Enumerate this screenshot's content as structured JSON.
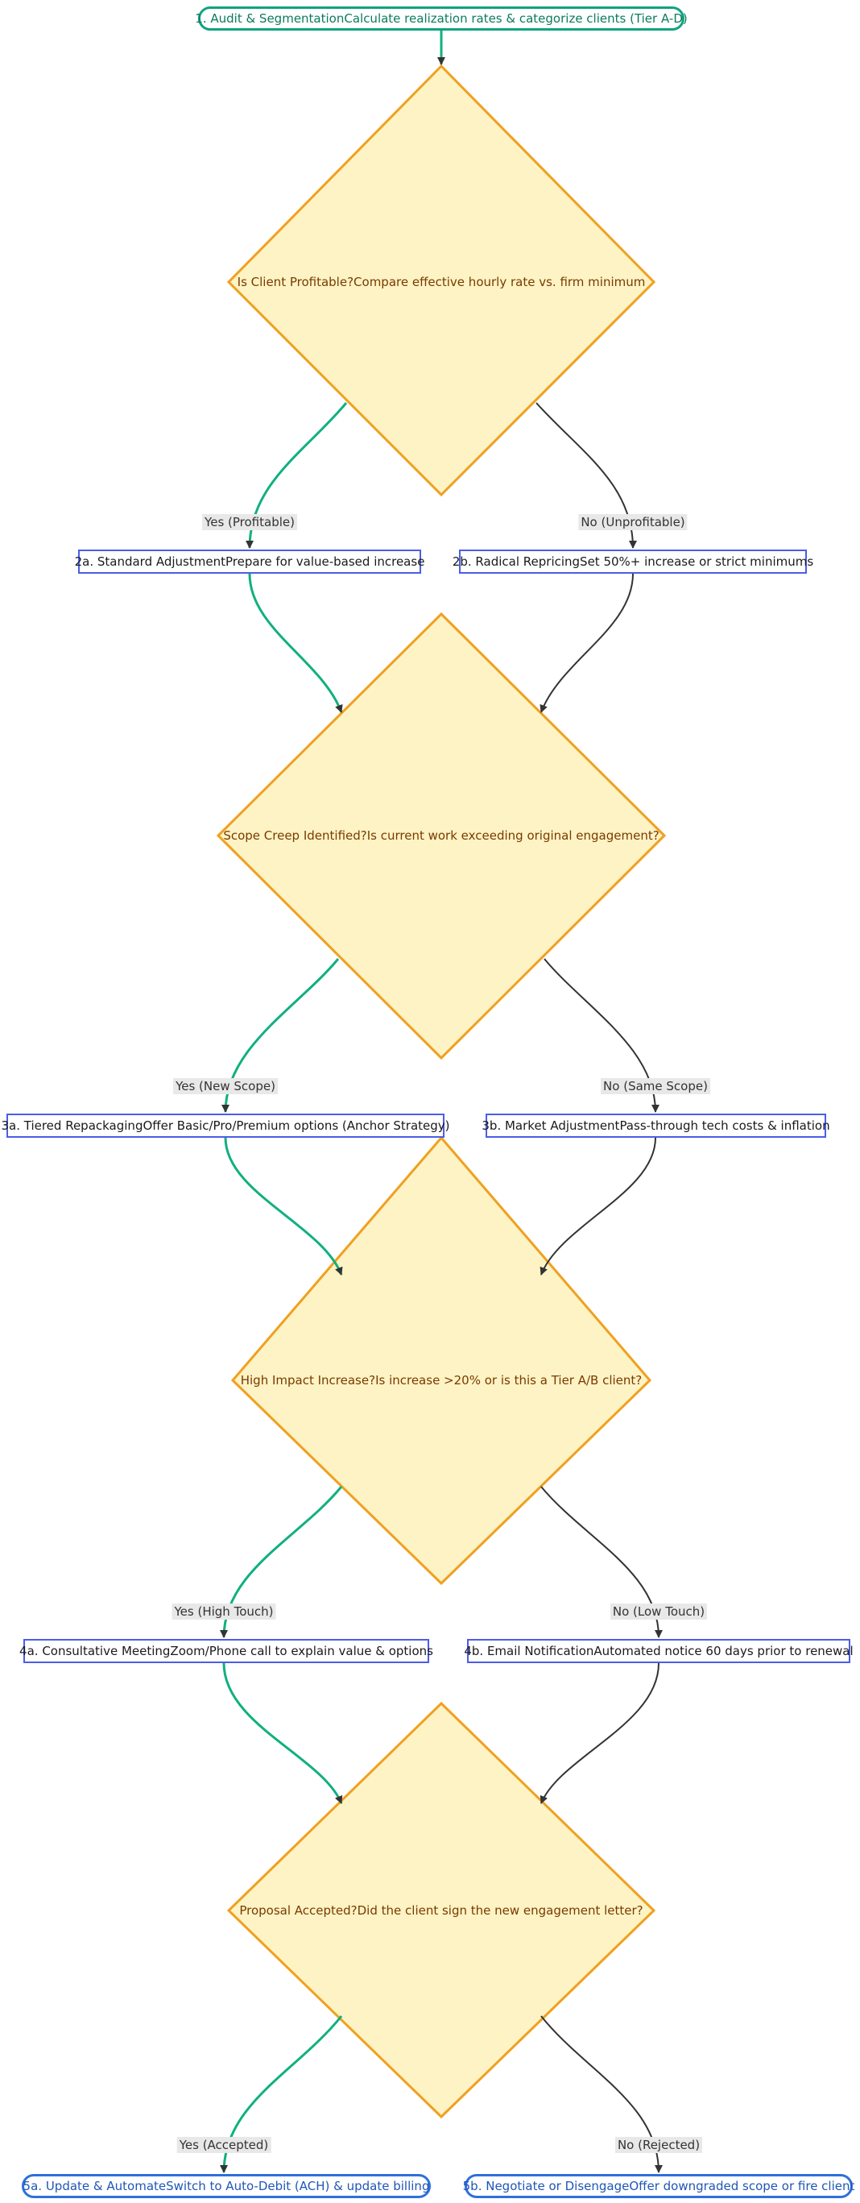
{
  "colors": {
    "success_path": "#10b07f",
    "default_path": "#333333",
    "decision_fill": "#fdf3c4",
    "decision_stroke": "#f0a020",
    "process_border": "#4b5de8",
    "start_border": "#10a37f",
    "end_border": "#2f6fdc"
  },
  "nodes": {
    "start": "1. Audit & SegmentationCalculate realization rates & categorize clients (Tier A-D)",
    "d1": "Is Client Profitable?Compare effective hourly rate vs. firm minimum",
    "p2a": "2a. Standard AdjustmentPrepare for value-based increase",
    "p2b": "2b. Radical RepricingSet 50%+ increase or strict minimums",
    "d2": "Scope Creep Identified?Is current work exceeding original engagement?",
    "p3a": "3a. Tiered RepackagingOffer Basic/Pro/Premium options (Anchor Strategy)",
    "p3b": "3b. Market AdjustmentPass-through tech costs & inflation",
    "d3": "High Impact Increase?Is increase >20% or is this a Tier A/B client?",
    "p4a": "4a. Consultative MeetingZoom/Phone call to explain value & options",
    "p4b": "4b. Email NotificationAutomated notice 60 days prior to renewal",
    "d4": "Proposal Accepted?Did the client sign the new engagement letter?",
    "e5a": "5a. Update & AutomateSwitch to Auto-Debit (ACH) & update billing",
    "e5b": "5b. Negotiate or DisengageOffer downgraded scope or fire client"
  },
  "edges": {
    "d1_yes": "Yes (Profitable)",
    "d1_no": "No (Unprofitable)",
    "d2_yes": "Yes (New Scope)",
    "d2_no": "No (Same Scope)",
    "d3_yes": "Yes (High Touch)",
    "d3_no": "No (Low Touch)",
    "d4_yes": "Yes (Accepted)",
    "d4_no": "No (Rejected)"
  }
}
